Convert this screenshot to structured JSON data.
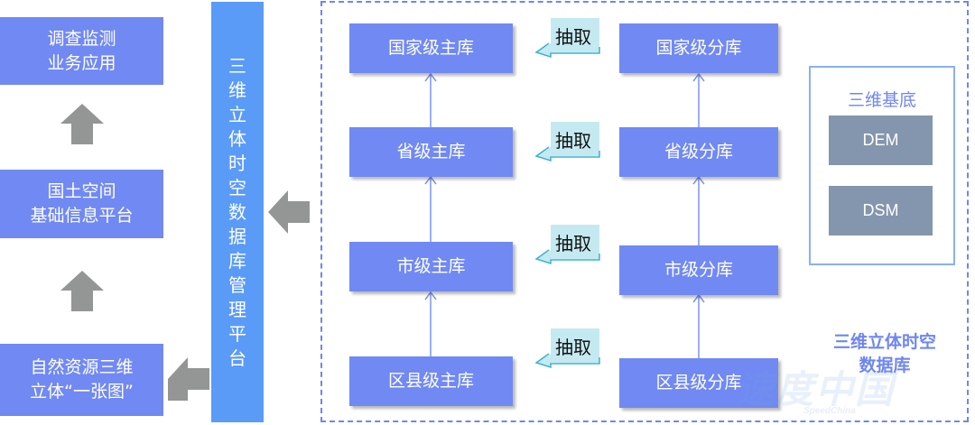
{
  "left_column": {
    "top_box": {
      "lines": [
        "调查监测",
        "业务应用"
      ]
    },
    "middle_box": {
      "lines": [
        "国土空间",
        "基础信息平台"
      ]
    },
    "bottom_box": {
      "lines": [
        "自然资源三维",
        "立体“一张图”"
      ]
    }
  },
  "platform_bar": {
    "chars": [
      "三",
      "维",
      "立",
      "体",
      "时",
      "空",
      "数",
      "据",
      "库",
      "管",
      "理",
      "平",
      "台"
    ]
  },
  "main_libraries": [
    {
      "label": "国家级主库"
    },
    {
      "label": "省级主库"
    },
    {
      "label": "市级主库"
    },
    {
      "label": "区县级主库"
    }
  ],
  "branch_libraries": [
    {
      "label": "国家级分库"
    },
    {
      "label": "省级分库"
    },
    {
      "label": "市级分库"
    },
    {
      "label": "区县级分库"
    }
  ],
  "extract_callouts": [
    {
      "label": "抽取"
    },
    {
      "label": "抽取"
    },
    {
      "label": "抽取"
    },
    {
      "label": "抽取"
    }
  ],
  "base_3d": {
    "title": "三维基底",
    "items": [
      "DEM",
      "DSM"
    ]
  },
  "database_title": {
    "lines": [
      "三维立体时空",
      "数据库"
    ]
  },
  "watermark": {
    "main": "速度中国",
    "sub": "SpeedChina"
  },
  "colors": {
    "box_fill": "#7189f2",
    "platform_fill": "#5b9bf8",
    "arrow_gray": "#939695",
    "dashed_border": "#6f86f1",
    "callout_fill": "#c5e9f1",
    "callout_border": "#3ab3cc",
    "base_gray": "#8496ad"
  }
}
